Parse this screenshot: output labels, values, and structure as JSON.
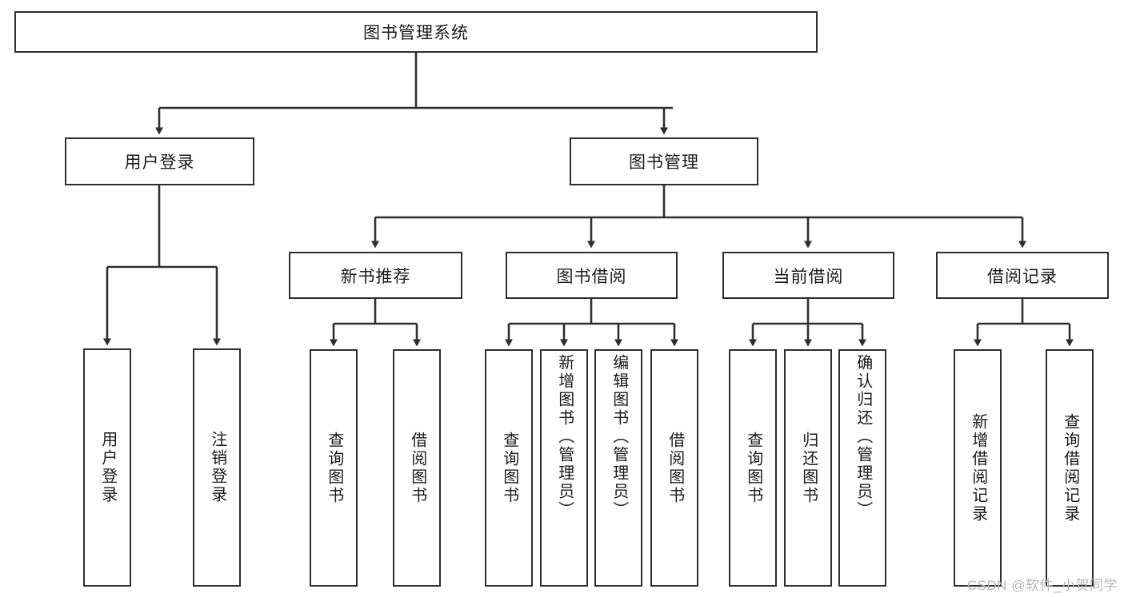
{
  "diagram": {
    "title": "图书管理系统",
    "type": "hierarchy-tree",
    "line_color": "#2e2e2e",
    "box_fill": "#ffffff",
    "text_color": "#1a1a1a",
    "root": {
      "label": "图书管理系统"
    },
    "level2": [
      {
        "label": "用户登录"
      },
      {
        "label": "图书管理"
      }
    ],
    "level3": [
      {
        "label": "新书推荐"
      },
      {
        "label": "图书借阅"
      },
      {
        "label": "当前借阅"
      },
      {
        "label": "借阅记录"
      }
    ],
    "leaves": {
      "user_login": [
        {
          "label": "用户登录"
        },
        {
          "label": "注销登录"
        }
      ],
      "new_book": [
        {
          "label": "查询图书"
        },
        {
          "label": "借阅图书"
        }
      ],
      "book_borrow": [
        {
          "label": "查询图书"
        },
        {
          "label": "新增图书（管理员）"
        },
        {
          "label": "编辑图书（管理员）"
        },
        {
          "label": "借阅图书"
        }
      ],
      "current_borrow": [
        {
          "label": "查询图书"
        },
        {
          "label": "归还图书"
        },
        {
          "label": "确认归还（管理员）"
        }
      ],
      "borrow_record": [
        {
          "label": "新增借阅记录"
        },
        {
          "label": "查询借阅记录"
        }
      ]
    }
  },
  "watermark": {
    "text": "CSDN @软件_小贺同学"
  }
}
